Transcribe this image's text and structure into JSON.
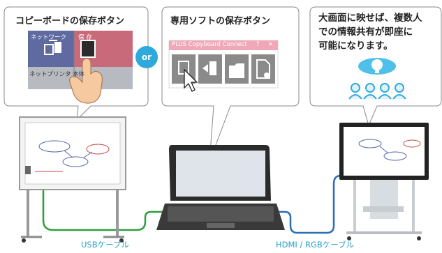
{
  "bubble_left": {
    "title": "コピーボードの保存ボタン",
    "btn_network": "ネットワーク",
    "btn_save": "保 存",
    "btn_printer": "ネットプリンタ",
    "btn_body": "本体"
  },
  "or_label": "or",
  "bubble_middle": {
    "title": "専用ソフトの保存ボタン",
    "window_title": "PLUS Copyboard Connect",
    "help_glyph": "?",
    "close_glyph": "✕"
  },
  "bubble_right": {
    "line1": "大画面に映せば、複数人",
    "line2": "での情報共有が即座に",
    "line3": "可能になります。"
  },
  "cables": {
    "usb_label": "USBケーブル",
    "hdmi_label": "HDMI / RGBケーブル"
  },
  "colors": {
    "usb": "#2e9e3e",
    "hdmi": "#2a6fb6",
    "accent": "#2da9dc",
    "save_red": "#d9534f",
    "window_pink": "#f0a8b8"
  },
  "icons": [
    "network-icon",
    "save-icon",
    "pointer-hand-icon",
    "usb-save-icon",
    "import-icon",
    "folder-icon",
    "settings-doc-icon",
    "cursor-icon",
    "lightbulb-icon",
    "person-icon"
  ]
}
